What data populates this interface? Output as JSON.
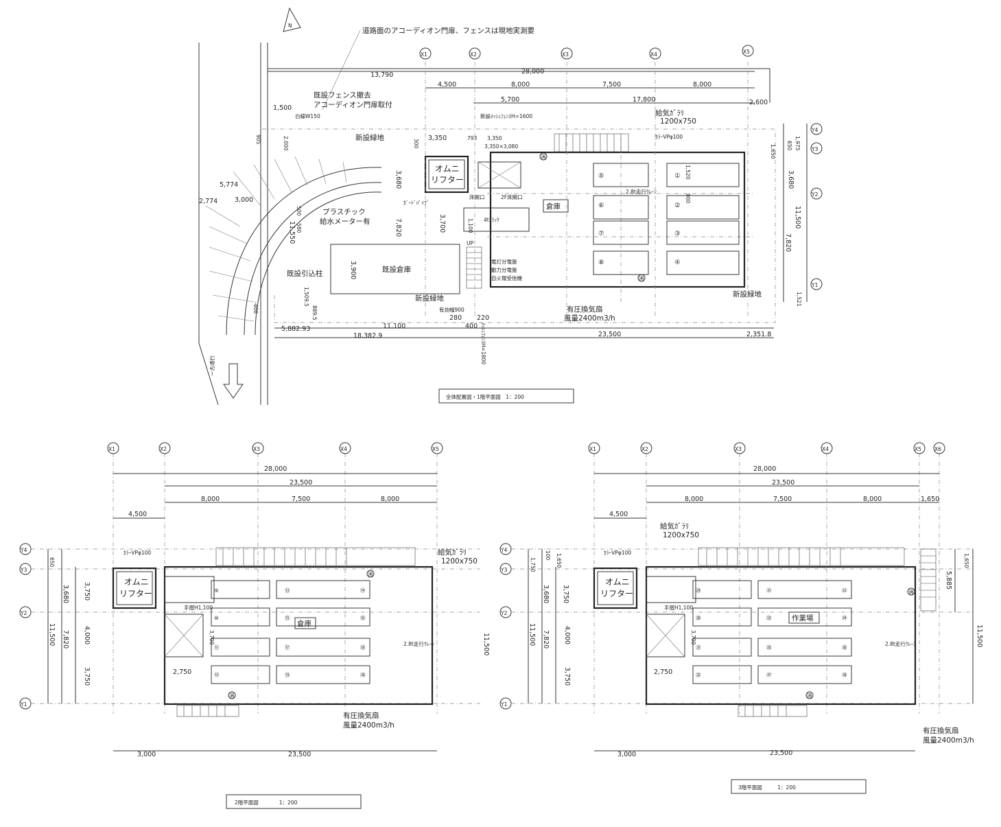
{
  "north": {
    "symbol": "N"
  },
  "site": {
    "note_accordion": "道路面のアコーディオン門扉、フェンスは現地実測要",
    "note_fence_remove": "既設フェンス撤去",
    "note_accordion_install": "アコーディオン門扉取付",
    "note_white_line": "白線W150",
    "note_plastic": "プラスチック",
    "note_water_meter": "給水メーター有",
    "note_lead_in": "既設引込柱",
    "note_green_top": "新設緑地",
    "note_green_bottom_left": "新設緑地",
    "note_green_bottom_right": "新設緑地",
    "note_mesh_fence": "新設ﾒｯｼｭﾌｪﾝｽH=1600",
    "note_mesh_fence_v": "ﾒｯｼｭﾌｪﾝｽH=1800",
    "note_existing_wh": "既設倉庫",
    "note_one_way": "一方通行",
    "note_guard_pipe": "ｶﾞｰﾄﾞﾊﾟｲﾌﾟ",
    "note_4t_truck": "4tﾄﾗｯｸ",
    "note_floor_opening": "床開口",
    "note_floor_opening_size": "3,350×3,080",
    "note_2f_opening": "2F床開口",
    "note_storage": "倉庫",
    "note_crane": "2.8t走行ｸﾚｰﾝ",
    "note_light_panel": "電灯分電盤",
    "note_power_panel": "動力分電盤",
    "note_fire_alarm": "自火報受信機",
    "note_supply_gallery": "給気ｶﾞﾗﾘ",
    "note_supply_size": "1200x750",
    "note_vp": "ｶﾗｰVPφ100",
    "note_exhaust_fan": "有圧換気扇",
    "note_airflow": "風量2400m3/h",
    "note_gate": "有効幅900",
    "note_up": "UP",
    "omni": [
      "オムニ",
      "リフター"
    ],
    "fire": "消",
    "title": "全体配置図・1階平面図　1：200",
    "dims_top": [
      "13,790",
      "28,000",
      "4,500",
      "8,000",
      "7,500",
      "8,000",
      "17,800",
      "1,500",
      "2,600",
      "5,700"
    ],
    "dims_bottom": [
      "5,882.93",
      "11,100",
      "18,382.9",
      "23,500",
      "2,351.8",
      "280",
      "400",
      "220"
    ],
    "dims_right": [
      "1,975",
      "650",
      "3,680",
      "11,500",
      "7,820",
      "1,521"
    ],
    "dims_misc": [
      "5,774",
      "2,774",
      "3,000",
      "3,350",
      "793",
      "300",
      "3,680",
      "3,900",
      "3,700",
      "7,820",
      "1,100",
      "11,550",
      "500",
      "580",
      "1,509.5",
      "889.5",
      "2,000",
      "3,350",
      "1,650",
      "1,520",
      "900",
      "-400",
      "905"
    ],
    "grid_x": [
      "X1",
      "X2",
      "X3",
      "X4",
      "X5"
    ],
    "grid_y": [
      "Y4",
      "Y3",
      "Y2",
      "Y1"
    ],
    "crane_bays": [
      "①",
      "②",
      "③",
      "④",
      "⑤",
      "⑥",
      "⑦",
      "⑧"
    ]
  },
  "floor2": {
    "title": "2階平面図　　　　1：200",
    "grid_x": [
      "X1",
      "X2",
      "X3",
      "X4",
      "X5"
    ],
    "grid_y": [
      "Y4",
      "Y3",
      "Y2",
      "Y1"
    ],
    "dims_top": [
      "28,000",
      "23,500",
      "8,000",
      "7,500",
      "8,000",
      "4,500"
    ],
    "dims_bottom": [
      "3,000",
      "23,500"
    ],
    "dims_left": [
      "650",
      "3,750",
      "3,680",
      "11,500",
      "4,000",
      "7,820",
      "3,750"
    ],
    "dims_right": [
      "11,500"
    ],
    "dims_misc": [
      "2,750",
      "3,700"
    ],
    "bays": [
      "⑬",
      "⑭",
      "⑮",
      "⑯",
      "⑰",
      "⑱",
      "⑲",
      "⑳",
      "⑨",
      "⑩",
      "⑪",
      "⑫"
    ],
    "note_vp": "ｶﾗｰVPφ100",
    "note_supply": "給気ｶﾞﾗﾘ",
    "note_supply_size": "1200x750",
    "note_handrail": "手摺H1,100",
    "note_storage": "倉庫",
    "note_crane": "2.8t走行ｸﾚｰﾝ",
    "note_exhaust_fan": "有圧換気扇",
    "note_airflow": "風量2400m3/h",
    "omni": [
      "オムニ",
      "リフター"
    ],
    "fire": "消"
  },
  "floor3": {
    "title": "3階平面図　　　1：200",
    "grid_x": [
      "X1",
      "X2",
      "X3",
      "X4",
      "X5",
      "X6"
    ],
    "grid_y": [
      "Y4",
      "Y3",
      "Y2",
      "Y1"
    ],
    "dims_top": [
      "28,000",
      "23,500",
      "8,000",
      "7,500",
      "8,000",
      "1,650",
      "4,500"
    ],
    "dims_bottom": [
      "3,000",
      "23,500"
    ],
    "dims_left": [
      "100",
      "1,650",
      "1,750",
      "3,750",
      "3,680",
      "11,500",
      "4,000",
      "7,820",
      "3,750"
    ],
    "dims_right": [
      "1,650",
      "5,885",
      "11,500"
    ],
    "dims_misc": [
      "2,750",
      "3,700"
    ],
    "bays": [
      "㉑",
      "㉒",
      "㉓",
      "㉔",
      "㉕",
      "㉖",
      "㉗",
      "㉘",
      "㉙",
      "㉚",
      "㉛",
      "㉜"
    ],
    "note_vp": "ｶﾗｰVPφ100",
    "note_supply": "給気ｶﾞﾗﾘ",
    "note_supply_size": "1200x750",
    "note_handrail": "手摺H1,100",
    "note_work": "作業場",
    "note_crane": "2.8t走行ｸﾚｰﾝ",
    "note_exhaust_fan": "有圧換気扇",
    "note_airflow": "風量2400m3/h",
    "omni": [
      "オムニ",
      "リフター"
    ],
    "fire": "消"
  }
}
